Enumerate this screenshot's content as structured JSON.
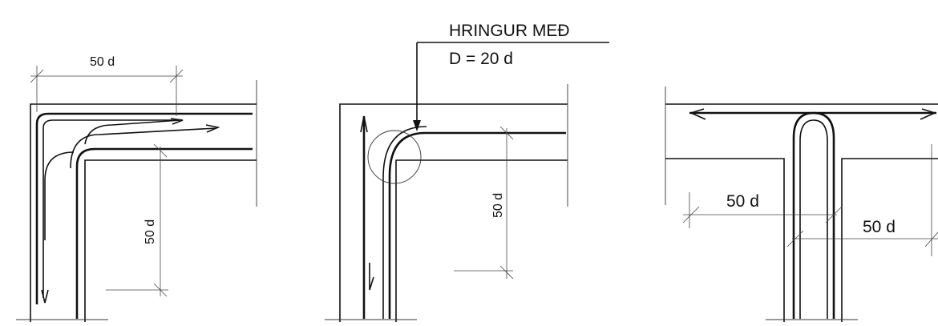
{
  "diagram": {
    "panel_left": {
      "dim_top_label": "50 d",
      "dim_vertical_label": "50 d"
    },
    "panel_middle": {
      "callout_line1": "HRINGUR MEÐ",
      "callout_line2": "D = 20 d",
      "dim_vertical_label": "50 d"
    },
    "panel_right": {
      "dim_left_label": "50 d",
      "dim_right_label": "50 d"
    }
  }
}
